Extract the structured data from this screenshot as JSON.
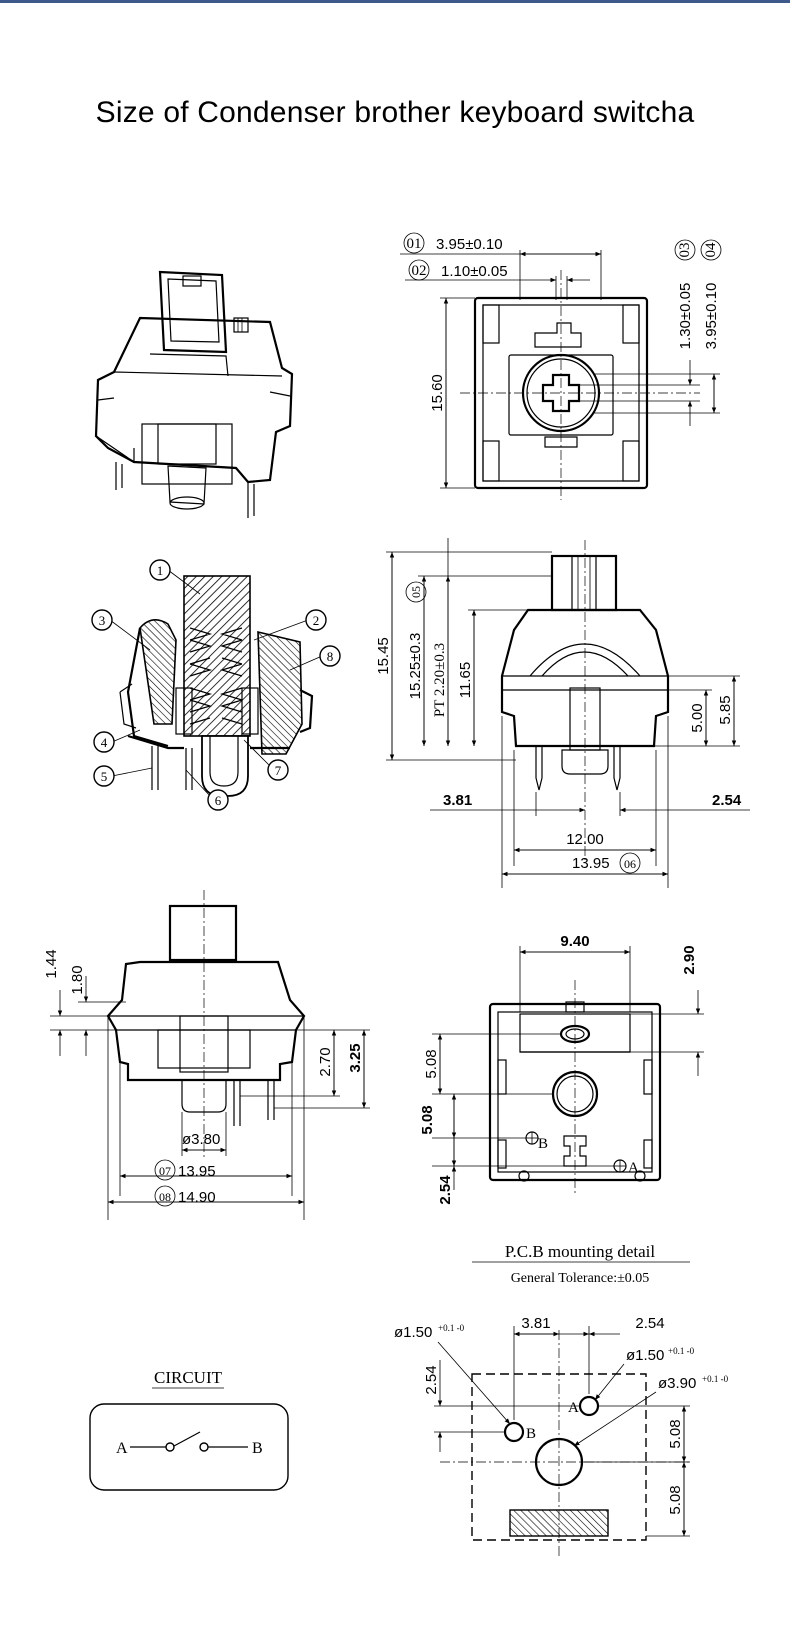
{
  "title": "Size of Condenser brother keyboard switcha",
  "colors": {
    "top_rule": "#3e5a8c",
    "line": "#000000",
    "background": "#ffffff"
  },
  "top_view": {
    "d01": "3.95±0.10",
    "d01_tag": "01",
    "d02": "1.10±0.05",
    "d02_tag": "02",
    "d03": "1.30±0.05",
    "d03_tag": "03",
    "d04": "3.95±0.10",
    "d04_tag": "04",
    "height": "15.60"
  },
  "section_view": {
    "callouts": [
      "1",
      "2",
      "3",
      "4",
      "5",
      "6",
      "7",
      "8"
    ]
  },
  "front_view": {
    "total_height": "15.45",
    "d05": "15.25±0.3",
    "d05_tag": "05",
    "pt": "PT 2.20±0.3",
    "body_height": "11.65",
    "d500": "5.00",
    "d585": "5.85",
    "left_offset": "3.81",
    "right_offset": "2.54",
    "pin_span": "12.00",
    "d06": "13.95",
    "d06_tag": "06"
  },
  "side_view": {
    "d144": "1.44",
    "d180": "1.80",
    "d270": "2.70",
    "d325": "3.25",
    "pin_dia": "ø3.80",
    "d07": "13.95",
    "d07_tag": "07",
    "d08": "14.90",
    "d08_tag": "08"
  },
  "bottom_view": {
    "top_width": "9.40",
    "d290": "2.90",
    "d508a": "5.08",
    "d508b": "5.08",
    "d254": "2.54",
    "label_b": "B",
    "label_a": "A"
  },
  "pcb": {
    "heading": "P.C.B mounting detail",
    "tolerance": "General Tolerance:±0.05",
    "hole_b": "ø1.50",
    "hole_b_tol": "+0.1 -0",
    "d381": "3.81",
    "d254_top": "2.54",
    "hole_a": "ø1.50",
    "hole_a_tol": "+0.1 -0",
    "center_hole": "ø3.90",
    "center_hole_tol": "+0.1 -0",
    "d254_left": "2.54",
    "d508_upper": "5.08",
    "d508_lower": "5.08",
    "label_a": "A",
    "label_b": "B"
  },
  "circuit": {
    "heading": "CIRCUIT",
    "a": "A",
    "b": "B"
  }
}
